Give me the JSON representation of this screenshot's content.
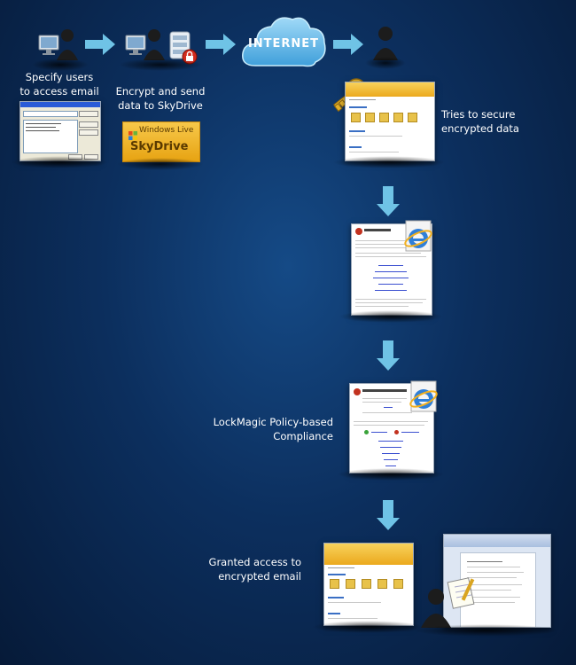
{
  "steps": {
    "specify": [
      "Specify users",
      "to access email"
    ],
    "encrypt": [
      "Encrypt and send",
      "data to SkyDrive"
    ],
    "internet": "INTERNET",
    "tries": [
      "Tries to secure",
      "encrypted data"
    ],
    "policy": [
      "LockMagic Policy-based",
      "Compliance"
    ],
    "granted": [
      "Granted access to",
      "encrypted email"
    ]
  },
  "skydrive_logo": {
    "brand": "Windows Live",
    "product": "SkyDrive"
  },
  "colors": {
    "arrow": "#6fc3e6",
    "cloud": "#5fb8ea",
    "skydrive_gold": "#f0b31e",
    "background": "#0c2f5e"
  }
}
